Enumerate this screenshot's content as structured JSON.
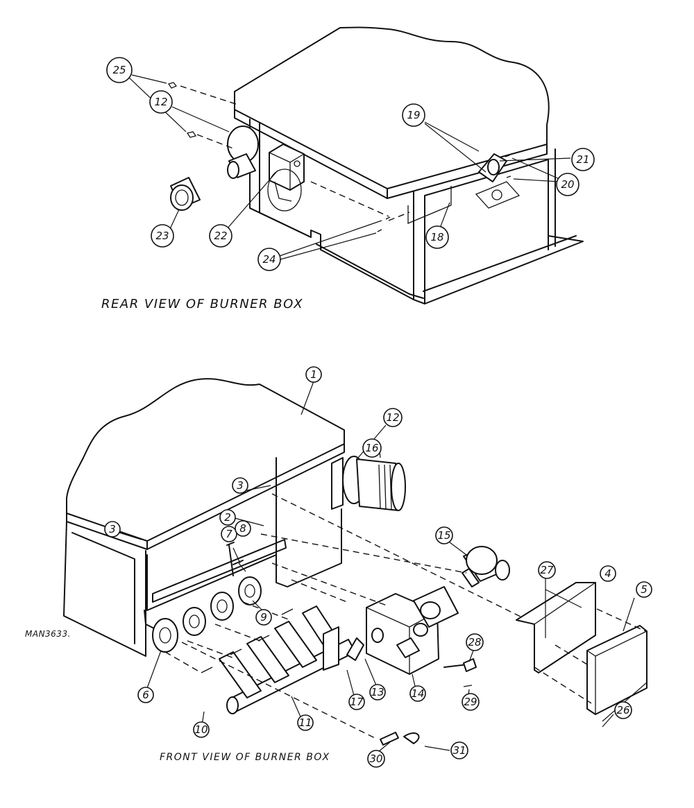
{
  "figure": {
    "rear_view": {
      "caption": "REAR VIEW OF BURNER BOX",
      "callouts": [
        "25",
        "12",
        "23",
        "22",
        "19",
        "21",
        "20",
        "18",
        "24"
      ]
    },
    "front_view": {
      "caption": "FRONT VIEW OF BURNER BOX",
      "callouts": [
        "1",
        "12",
        "16",
        "3",
        "2",
        "3",
        "7",
        "8",
        "9",
        "15",
        "27",
        "4",
        "5",
        "6",
        "10",
        "11",
        "17",
        "13",
        "14",
        "28",
        "29",
        "26",
        "30",
        "31"
      ]
    },
    "drawing_number": "MAN3633."
  }
}
